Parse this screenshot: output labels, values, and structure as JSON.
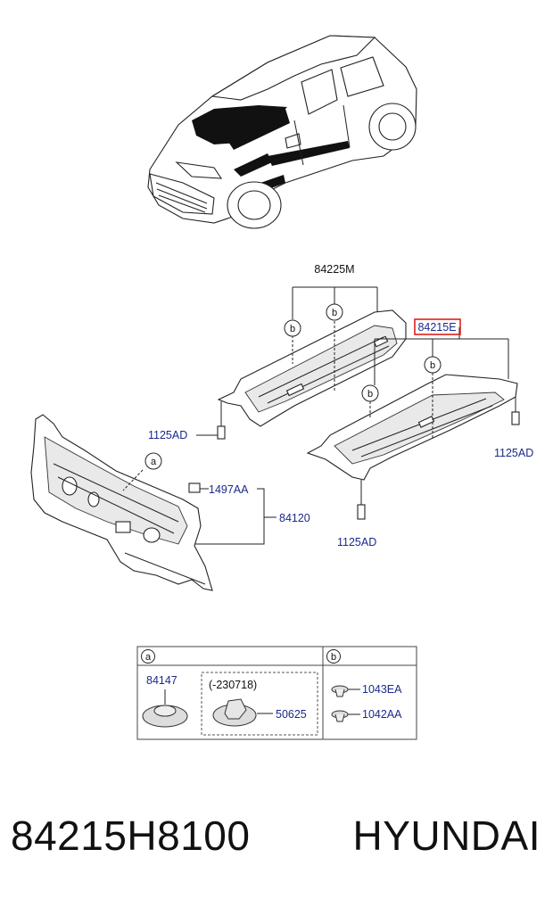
{
  "labels": {
    "top_shield": "84225M",
    "selected_part": "84215E",
    "bolt_left": "1125AD",
    "bolt_right": "1125AD",
    "bolt_bottom": "1125AD",
    "pad": "1497AA",
    "dash_panel": "84120",
    "callout_a": "a",
    "callout_b": "b"
  },
  "legend": {
    "box_a_letter": "a",
    "box_b_letter": "b",
    "part_84147": "84147",
    "date_range": "(-230718)",
    "part_50625": "50625",
    "part_1043EA": "1043EA",
    "part_1042AA": "1042AA"
  },
  "colors": {
    "label_blue": "#1a2a8a",
    "highlight_red": "#e0201b"
  },
  "footer": {
    "part_number": "84215H8100",
    "brand": "HYUNDAI"
  }
}
